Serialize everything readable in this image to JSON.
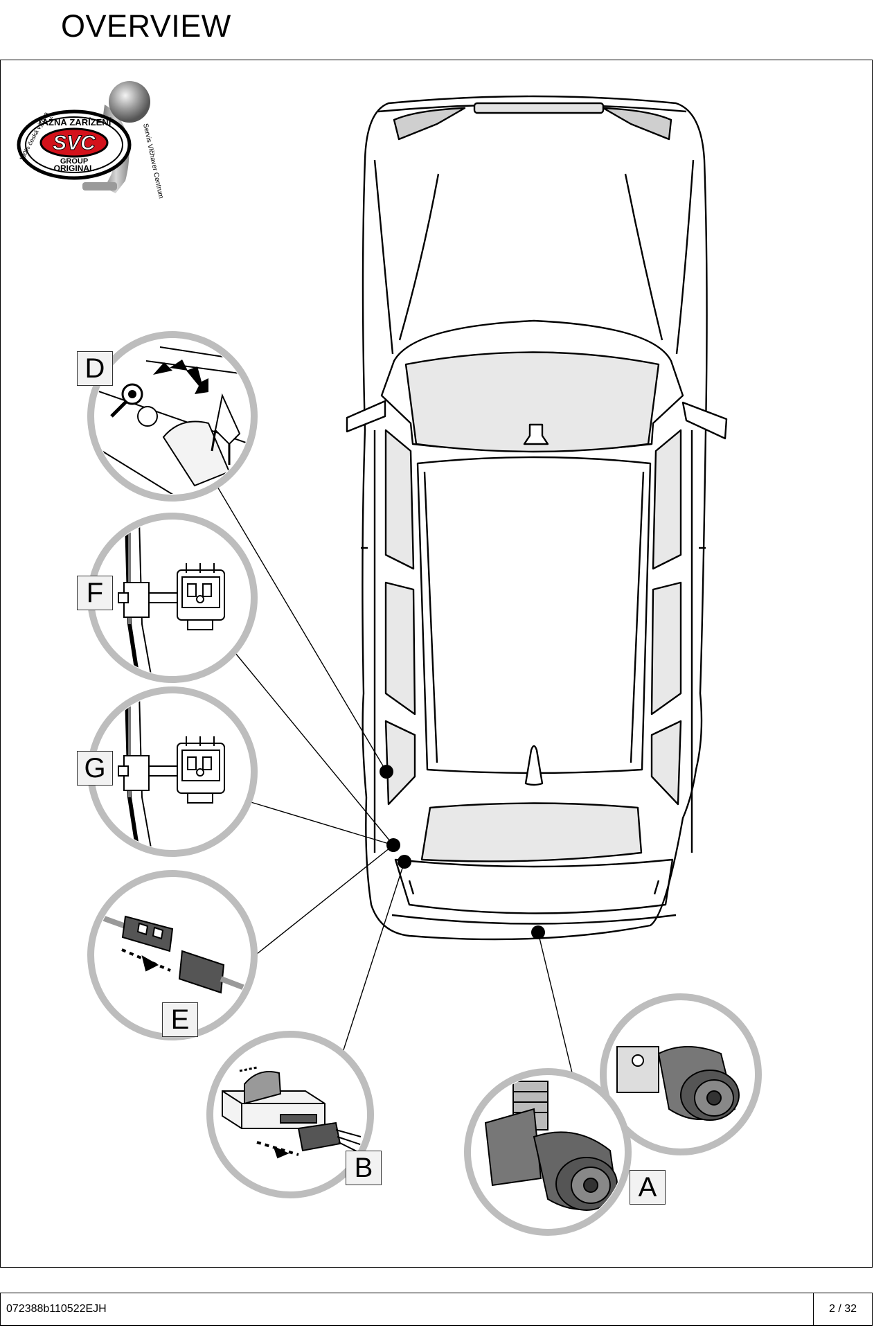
{
  "page": {
    "title": "OVERVIEW"
  },
  "logo": {
    "top_text": "TAŽNÁ ZAŘÍZENÍ",
    "brand": "SVC",
    "group": "GROUP",
    "original": "ORIGINAL",
    "left_arc": "100% česká výroba",
    "right_arc": "Servis Vlčhaver Centrum"
  },
  "callouts": {
    "D": "D",
    "F": "F",
    "G": "G",
    "E": "E",
    "B": "B",
    "A": "A"
  },
  "footer": {
    "document_code": "072388b110522EJH",
    "page_number": "2 / 32"
  }
}
